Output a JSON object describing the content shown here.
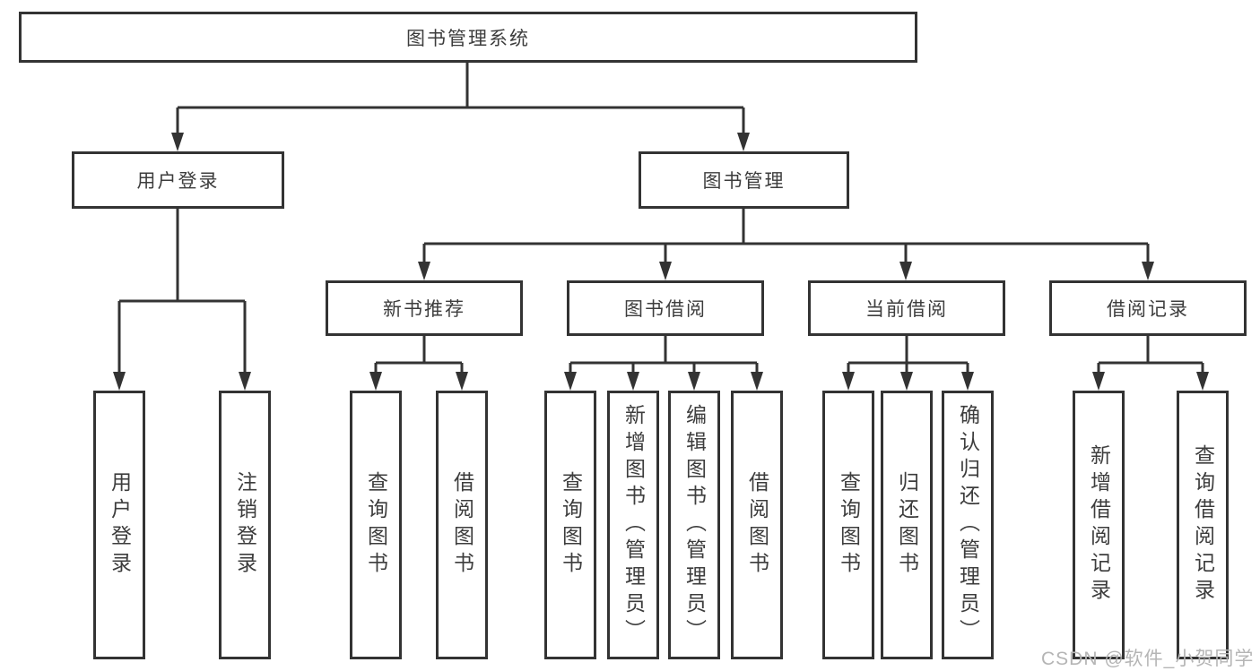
{
  "tree": {
    "label": "图书管理系统",
    "children": [
      {
        "label": "用户登录",
        "children": [
          {
            "label": "用户登录"
          },
          {
            "label": "注销登录"
          }
        ]
      },
      {
        "label": "图书管理",
        "children": [
          {
            "label": "新书推荐",
            "children": [
              {
                "label": "查询图书"
              },
              {
                "label": "借阅图书"
              }
            ]
          },
          {
            "label": "图书借阅",
            "children": [
              {
                "label": "查询图书"
              },
              {
                "label": "新增图书（管理员）"
              },
              {
                "label": "编辑图书（管理员）"
              },
              {
                "label": "借阅图书"
              }
            ]
          },
          {
            "label": "当前借阅",
            "children": [
              {
                "label": "查询图书"
              },
              {
                "label": "归还图书"
              },
              {
                "label": "确认归还（管理员）"
              }
            ]
          },
          {
            "label": "借阅记录",
            "children": [
              {
                "label": "新增借阅记录"
              },
              {
                "label": "查询借阅记录"
              }
            ]
          }
        ]
      }
    ]
  },
  "watermark": "CSDN @软件_小贺同学",
  "colors": {
    "line": "#333333",
    "text": "#3d3d3d",
    "background": "#ffffff",
    "watermark": "#b5b5b5"
  }
}
